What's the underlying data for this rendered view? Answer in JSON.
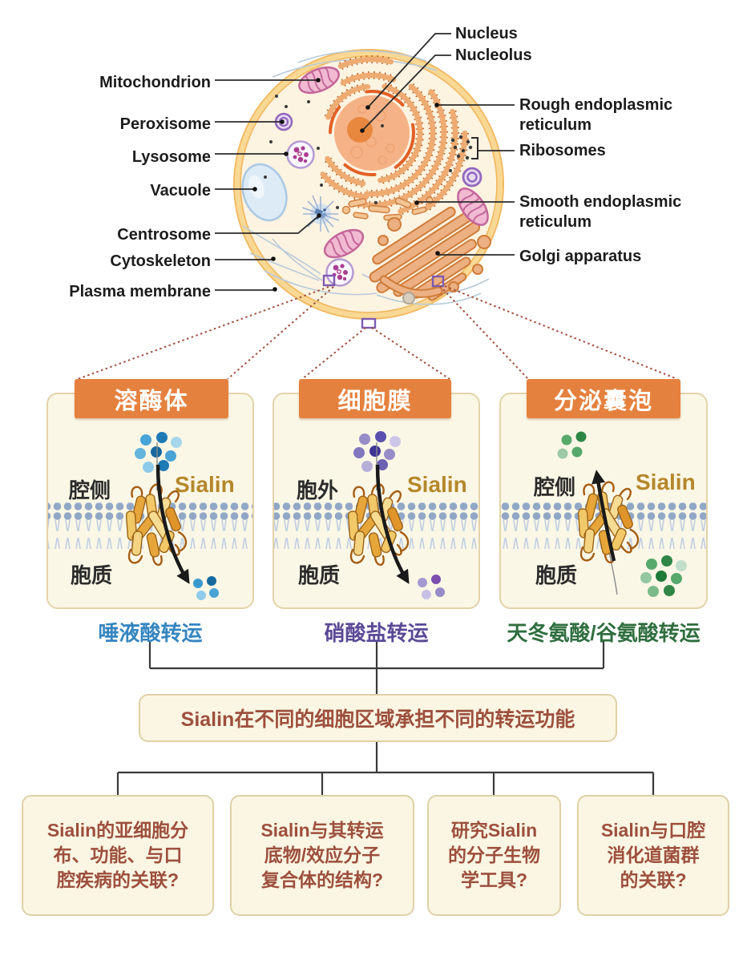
{
  "cell": {
    "left_labels": [
      "Mitochondrion",
      "Peroxisome",
      "Lysosome",
      "Vacuole",
      "Centrosome",
      "Cytoskeleton",
      "Plasma membrane"
    ],
    "right_labels": [
      "Nucleus",
      "Nucleolus",
      "Rough endoplasmic\nreticulum",
      "Ribosomes",
      "Smooth endoplasmic\nreticulum",
      "Golgi apparatus"
    ]
  },
  "panels": [
    {
      "header": "溶酶体",
      "lumen_label": "腔侧",
      "cytoplasm_label": "胞质",
      "protein_label": "Sialin",
      "caption": "唾液酸转运",
      "caption_color": "#3585c0",
      "cargo_color": "#2f8fc6"
    },
    {
      "header": "细胞膜",
      "lumen_label": "胞外",
      "cytoplasm_label": "胞质",
      "protein_label": "Sialin",
      "caption": "硝酸盐转运",
      "caption_color": "#5a4a96",
      "cargo_color": "#6d5fb0"
    },
    {
      "header": "分泌囊泡",
      "lumen_label": "腔侧",
      "cytoplasm_label": "胞质",
      "protein_label": "Sialin",
      "caption": "天冬氨酸/谷氨酸转运",
      "caption_color": "#2f6e3e",
      "cargo_color": "#46975c"
    }
  ],
  "summary": {
    "text": "Sialin在不同的细胞区域承担不同的转运功能",
    "text_color": "#9d4f3d"
  },
  "questions": [
    "Sialin的亚细胞分\n布、功能、与口\n腔疾病的关联?",
    "Sialin与其转运\n底物/效应分子\n复合体的结构?",
    "研究Sialin\n的分子生物\n学工具?",
    "Sialin与口腔\n消化道菌群\n的关联?"
  ],
  "colors": {
    "header_bg": "#e5813e",
    "panel_bg": "#fbf7e6",
    "panel_border": "#e3d3a9",
    "membrane_head": "#91a7c6",
    "membrane_tail": "#c3d0e2",
    "protein_gold": "#e7a63a",
    "sialin_text_color": "#b5872b",
    "dotted_callout": "#a1513f",
    "connector": "#3a3a3a",
    "cell_fill": "#fdf3e1",
    "cell_ring": "#f2b95f",
    "summary_text": "#9d4f3d",
    "question_text": "#9d4f3d"
  }
}
